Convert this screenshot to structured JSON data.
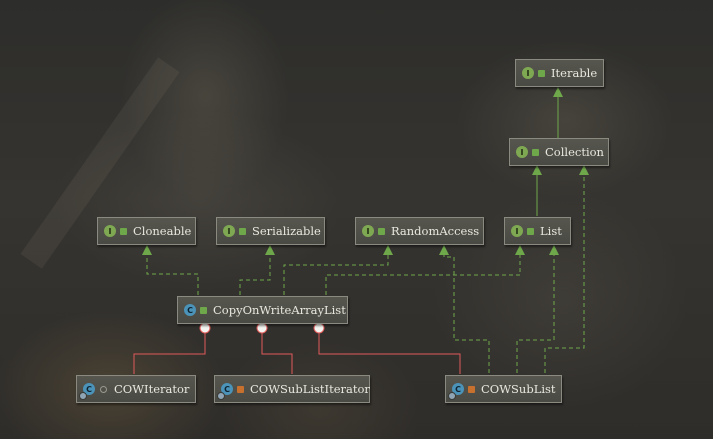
{
  "diagram": {
    "nodes": {
      "iterable": {
        "label": "Iterable",
        "kind_letter": "I",
        "kind": "interface"
      },
      "collection": {
        "label": "Collection",
        "kind_letter": "I",
        "kind": "interface"
      },
      "cloneable": {
        "label": "Cloneable",
        "kind_letter": "I",
        "kind": "interface"
      },
      "serializable": {
        "label": "Serializable",
        "kind_letter": "I",
        "kind": "interface"
      },
      "randomaccess": {
        "label": "RandomAccess",
        "kind_letter": "I",
        "kind": "interface"
      },
      "list": {
        "label": "List",
        "kind_letter": "I",
        "kind": "interface"
      },
      "cowarraylist": {
        "label": "CopyOnWriteArrayList",
        "kind_letter": "C",
        "kind": "class"
      },
      "cowiterator": {
        "label": "COWIterator",
        "kind_letter": "C",
        "kind": "class"
      },
      "cowsublistiterator": {
        "label": "COWSubListIterator",
        "kind_letter": "C",
        "kind": "class"
      },
      "cowsublist": {
        "label": "COWSubList",
        "kind_letter": "C",
        "kind": "class"
      }
    },
    "relations": [
      {
        "from": "collection",
        "to": "iterable",
        "type": "extends"
      },
      {
        "from": "list",
        "to": "collection",
        "type": "extends"
      },
      {
        "from": "cowarraylist",
        "to": "cloneable",
        "type": "implements"
      },
      {
        "from": "cowarraylist",
        "to": "serializable",
        "type": "implements"
      },
      {
        "from": "cowarraylist",
        "to": "randomaccess",
        "type": "implements"
      },
      {
        "from": "cowarraylist",
        "to": "list",
        "type": "implements"
      },
      {
        "from": "cowsublist",
        "to": "randomaccess",
        "type": "implements"
      },
      {
        "from": "cowsublist",
        "to": "list",
        "type": "implements"
      },
      {
        "from": "cowsublist",
        "to": "collection",
        "type": "implements"
      },
      {
        "from": "cowiterator",
        "to": "cowarraylist",
        "type": "inner-class"
      },
      {
        "from": "cowsublistiterator",
        "to": "cowarraylist",
        "type": "inner-class"
      },
      {
        "from": "cowsublist",
        "to": "cowarraylist",
        "type": "inner-class"
      }
    ],
    "colors": {
      "extends_line": "#6fa84b",
      "implements_line": "#6fa84b",
      "inner_class_line": "#e05a5a",
      "node_fill": "#4e4e48",
      "node_border": "#8a8a80",
      "interface_badge": "#7fa853",
      "class_badge": "#4b93b8"
    }
  }
}
